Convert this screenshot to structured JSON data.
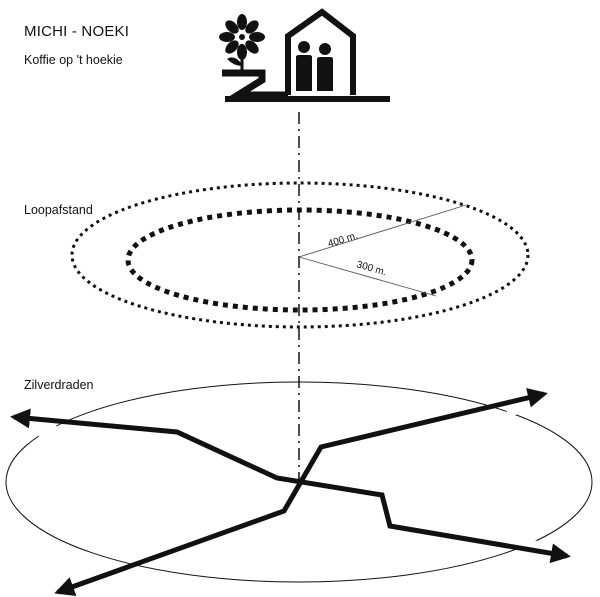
{
  "header": {
    "title": "MICHI - NOEKI",
    "subtitle": "Koffie op 't hoekie"
  },
  "sections": {
    "walking_distance": "Loopafstand",
    "silver_threads": "Zilverdraden"
  },
  "distances": {
    "outer": "400 m.",
    "inner": "300 m."
  },
  "icons": [
    "flower-icon",
    "house-icon",
    "people-icon",
    "path-icon"
  ]
}
